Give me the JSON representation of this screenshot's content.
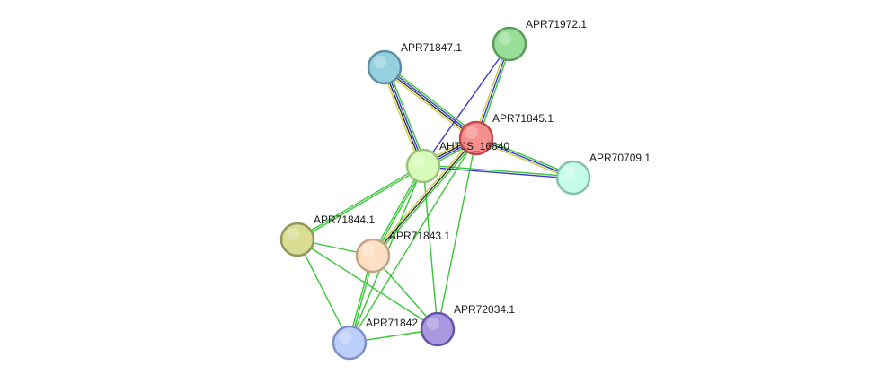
{
  "network": {
    "nodes": [
      {
        "id": "APR71847.1",
        "label": "APR71847.1",
        "fill": "#96d0de",
        "stroke": "#5a8fa3"
      },
      {
        "id": "APR71972.1",
        "label": "APR71972.1",
        "fill": "#98de98",
        "stroke": "#5b9b5b"
      },
      {
        "id": "APR71845.1",
        "label": "APR71845.1",
        "fill": "#f78f8f",
        "stroke": "#c04a4a"
      },
      {
        "id": "AHTJS_16840",
        "label": "AHTJS_16840",
        "fill": "#d6fbb8",
        "stroke": "#9bc27a"
      },
      {
        "id": "APR70709.1",
        "label": "APR70709.1",
        "fill": "#c6fde8",
        "stroke": "#82c2a8"
      },
      {
        "id": "APR71844.1",
        "label": "APR71844.1",
        "fill": "#d8dd93",
        "stroke": "#93965a"
      },
      {
        "id": "APR71843.1",
        "label": "APR71843.1",
        "fill": "#fde0c4",
        "stroke": "#c2a283"
      },
      {
        "id": "APR72034.1",
        "label": "APR72034.1",
        "fill": "#a898e0",
        "stroke": "#6452a6"
      },
      {
        "id": "APR71842",
        "label": "APR71842",
        "fill": "#bccefc",
        "stroke": "#7f8fc4"
      }
    ],
    "edges": [
      {
        "source": "APR71847.1",
        "target": "AHTJS_16840",
        "colors": [
          "#22c022",
          "#2222cc",
          "#1a1a1a",
          "#c8c832"
        ]
      },
      {
        "source": "APR71847.1",
        "target": "APR71845.1",
        "colors": [
          "#22c022",
          "#2222cc",
          "#1a1a1a",
          "#c8c832"
        ]
      },
      {
        "source": "APR71972.1",
        "target": "AHTJS_16840",
        "colors": [
          "#2222cc"
        ]
      },
      {
        "source": "APR71972.1",
        "target": "APR71845.1",
        "colors": [
          "#22c022",
          "#2222cc",
          "#c8c832"
        ]
      },
      {
        "source": "APR71845.1",
        "target": "AHTJS_16840",
        "colors": [
          "#22c022",
          "#2222cc",
          "#1a1a1a",
          "#c8c832"
        ]
      },
      {
        "source": "APR71845.1",
        "target": "APR70709.1",
        "colors": [
          "#22c022",
          "#2222cc",
          "#c8c832"
        ]
      },
      {
        "source": "AHTJS_16840",
        "target": "APR70709.1",
        "colors": [
          "#22c022",
          "#2222cc"
        ]
      },
      {
        "source": "AHTJS_16840",
        "target": "APR71844.1",
        "colors": [
          "#22c022",
          "#22c022"
        ]
      },
      {
        "source": "AHTJS_16840",
        "target": "APR71843.1",
        "colors": [
          "#22c022",
          "#22c022"
        ]
      },
      {
        "source": "AHTJS_16840",
        "target": "APR72034.1",
        "colors": [
          "#22c022"
        ]
      },
      {
        "source": "AHTJS_16840",
        "target": "APR71842",
        "colors": [
          "#22c022"
        ]
      },
      {
        "source": "APR71845.1",
        "target": "APR71843.1",
        "colors": [
          "#22c022",
          "#1a1a1a",
          "#c8c832"
        ]
      },
      {
        "source": "APR71845.1",
        "target": "APR72034.1",
        "colors": [
          "#22c022"
        ]
      },
      {
        "source": "APR71845.1",
        "target": "APR71842",
        "colors": [
          "#22c022"
        ]
      },
      {
        "source": "APR71844.1",
        "target": "APR71843.1",
        "colors": [
          "#22c022"
        ]
      },
      {
        "source": "APR71844.1",
        "target": "APR72034.1",
        "colors": [
          "#22c022"
        ]
      },
      {
        "source": "APR71844.1",
        "target": "APR71842",
        "colors": [
          "#22c022"
        ]
      },
      {
        "source": "APR71843.1",
        "target": "APR72034.1",
        "colors": [
          "#22c022"
        ]
      },
      {
        "source": "APR71843.1",
        "target": "APR71842",
        "colors": [
          "#22c022",
          "#22c022"
        ]
      },
      {
        "source": "APR72034.1",
        "target": "APR71842",
        "colors": [
          "#22c022"
        ]
      }
    ]
  }
}
